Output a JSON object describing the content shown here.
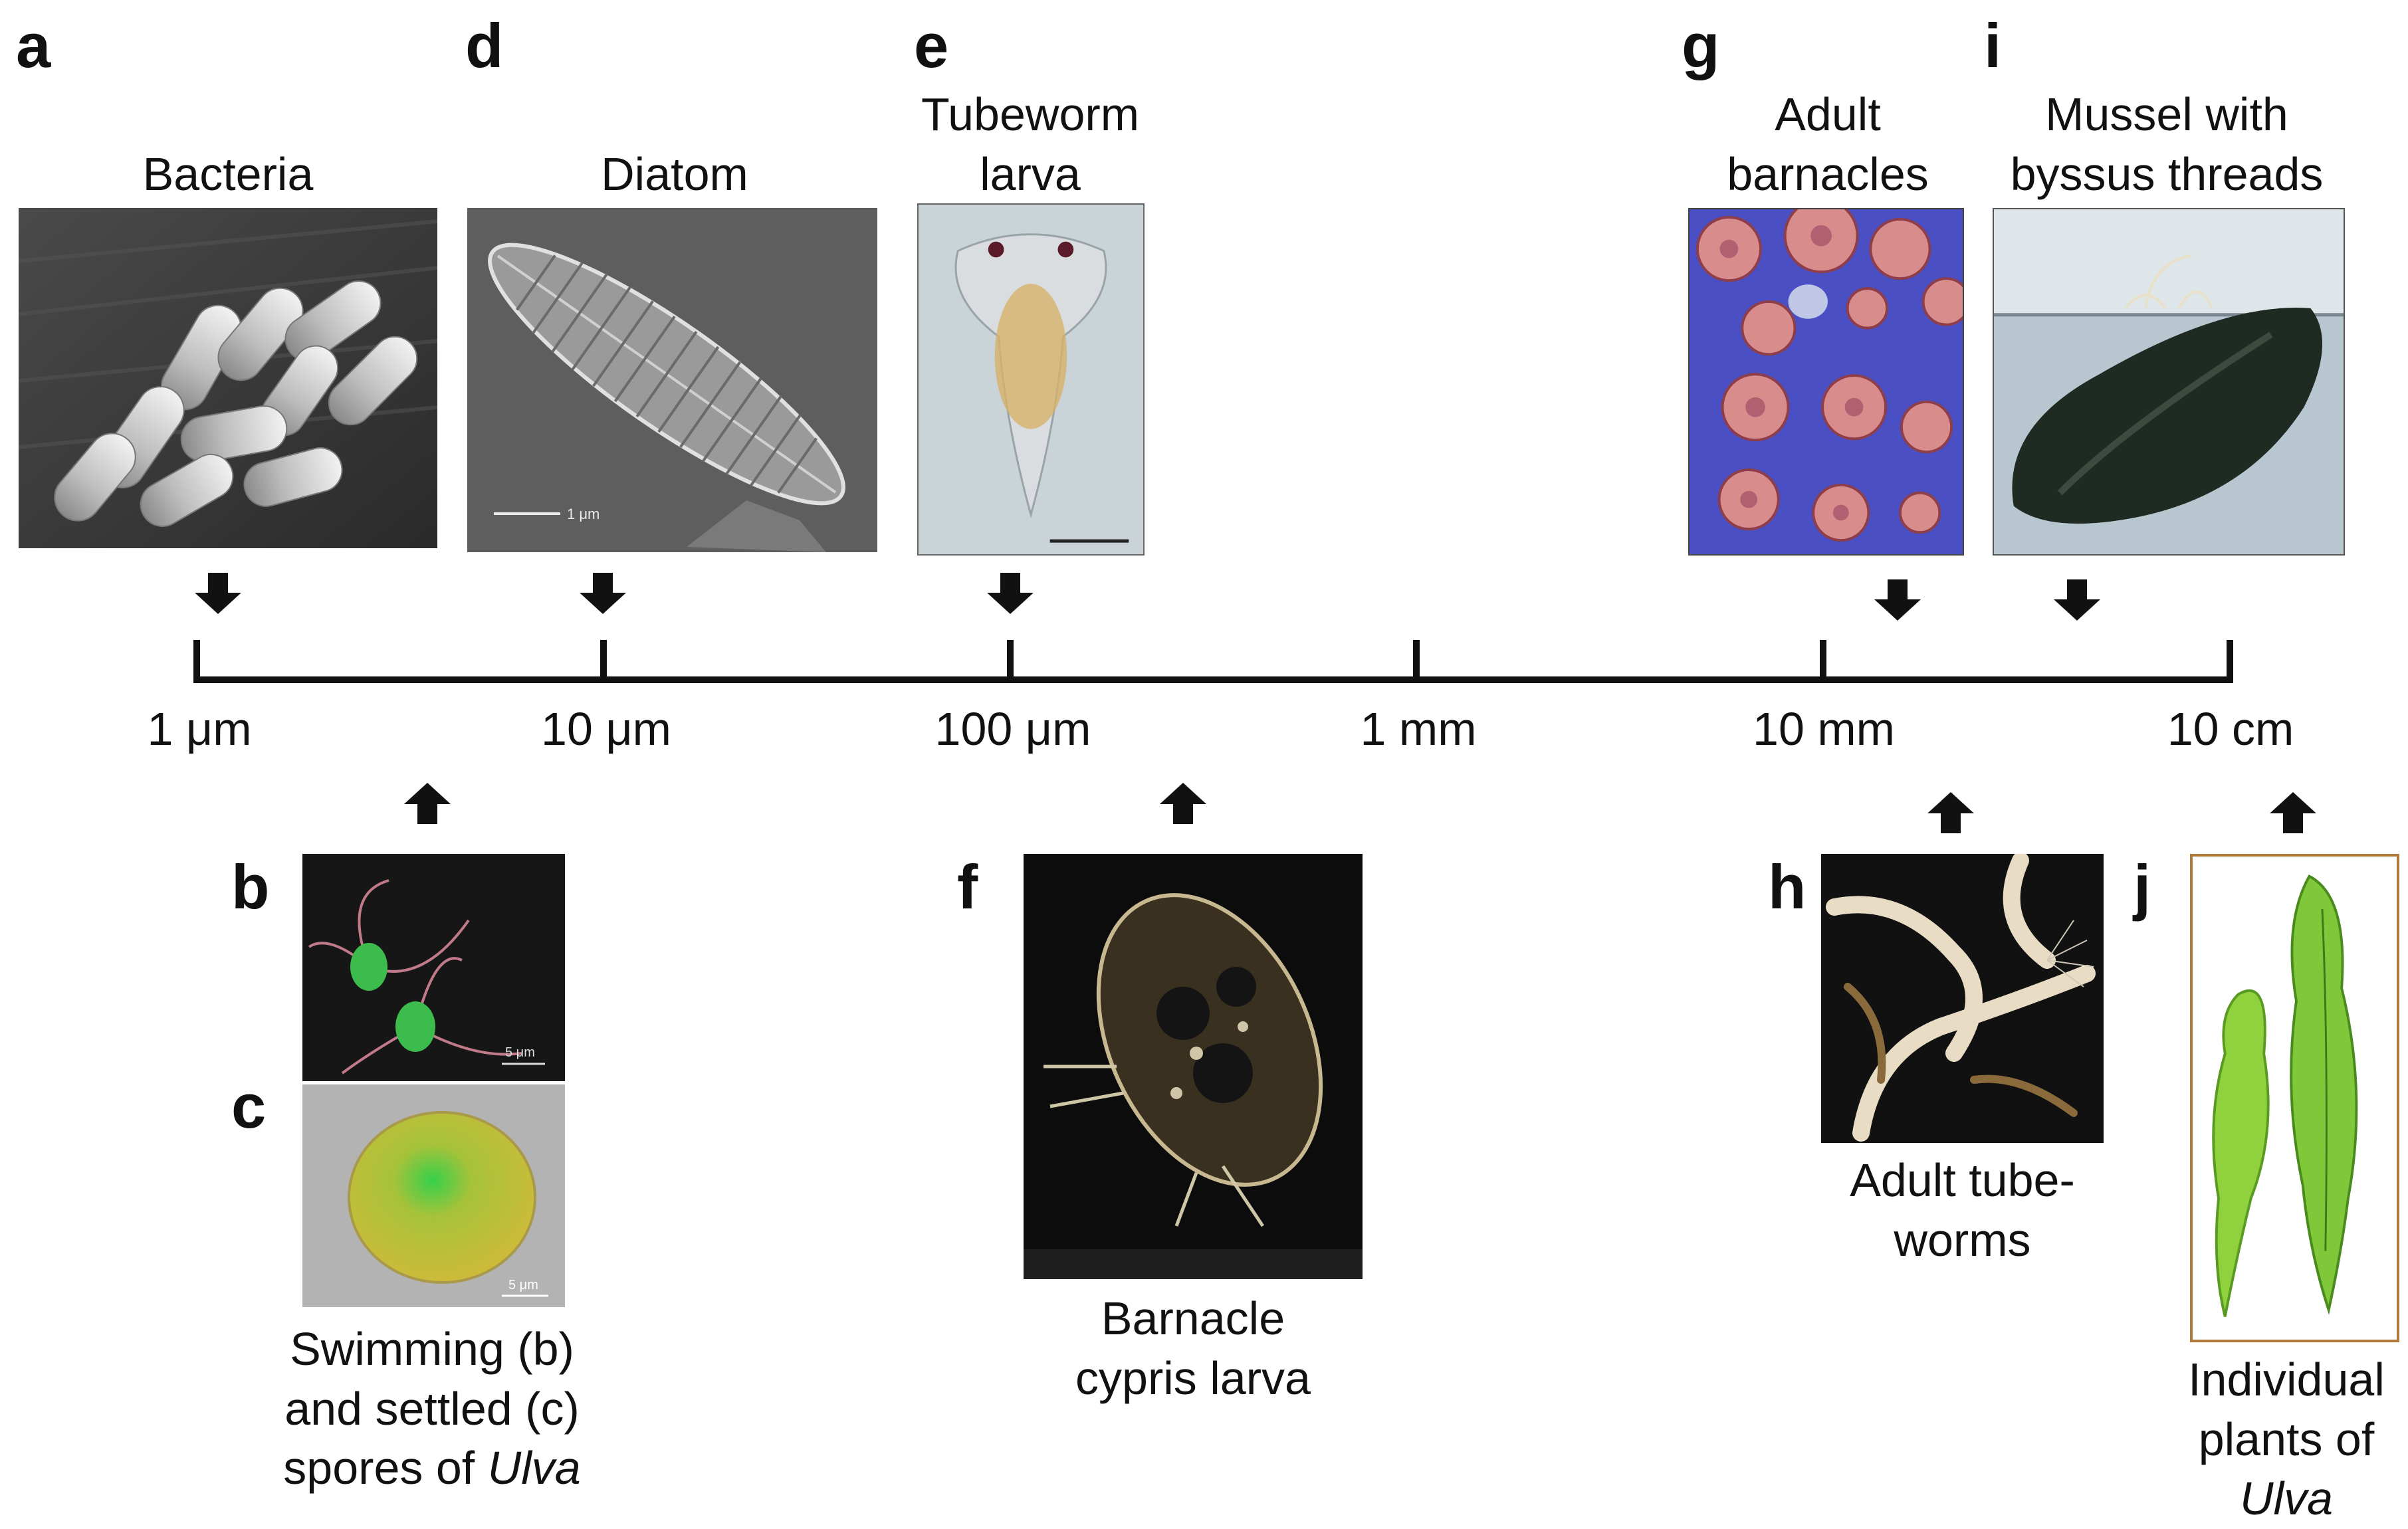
{
  "letters": {
    "a": "a",
    "b": "b",
    "c": "c",
    "d": "d",
    "e": "e",
    "f": "f",
    "g": "g",
    "h": "h",
    "i": "i",
    "j": "j"
  },
  "captions": {
    "bacteria": "Bacteria",
    "diatom": "Diatom",
    "tubeworm_1": "Tubeworm",
    "tubeworm_2": "larva",
    "barnacles_1": "Adult",
    "barnacles_2": "barnacles",
    "mussel_1": "Mussel with",
    "mussel_2": "byssus threads",
    "ulva_spores_1": "Swimming (b)",
    "ulva_spores_2": "and settled (c)",
    "ulva_spores_3a": "spores of ",
    "ulva_spores_3b": "Ulva",
    "cypris_1": "Barnacle",
    "cypris_2": "cypris larva",
    "tubeworms_1": "Adult tube-",
    "tubeworms_2": "worms",
    "ulva_plants_1": "Individual",
    "ulva_plants_2": "plants of",
    "ulva_plants_3": "Ulva"
  },
  "scale_ticks": [
    "1 μm",
    "10 μm",
    "100 μm",
    "1 mm",
    "10 mm",
    "10 cm"
  ],
  "scale_bar_texts": {
    "diatom": "1 μm",
    "spore_b": "5 μm",
    "spore_c": "5 μm"
  },
  "colors": {
    "ink": "#111111",
    "background": "#ffffff",
    "ulva_green": "#7ec83a",
    "barnacle_bg": "#4a4fc4",
    "frame_orange": "#b07a3a"
  }
}
